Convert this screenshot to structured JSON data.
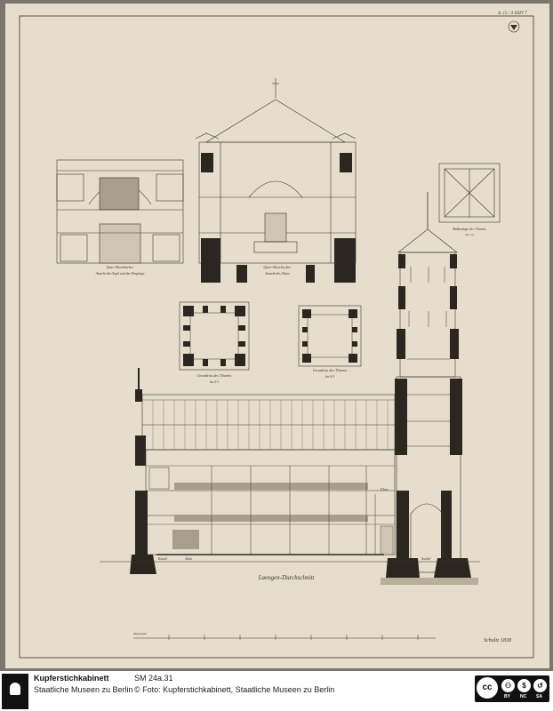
{
  "sheet": {
    "inventory_note": "A. 15 / 4 XXIV 7",
    "signature": "Schultz 1838",
    "captions": {
      "upper_left": [
        "Quer-Durchschn.",
        "Ansicht die Orgel und der Eingänge"
      ],
      "upper_center": [
        "Quer-Durchschn.",
        "Ansicht des Altars"
      ],
      "roof_plan": [
        "Balkenlage der Thurms",
        "bei 1-2"
      ],
      "plan_left": [
        "Grundriss des Thurms",
        "bei 2-3"
      ],
      "plan_right": [
        "Grundriss des Thurms",
        "bei 4-5"
      ],
      "main": "Laengen-Durchschnitt",
      "level_left": "Kanal",
      "level_mid": "Altar",
      "level_right": "Sockel",
      "room_label": "Flure"
    },
    "scale_label": "Maassstab"
  },
  "footer": {
    "institution": "Kupferstichkabinett",
    "institution_sub": "Staatliche Museen zu Berlin",
    "signature": "SM 24a.31",
    "credit": "© Foto: Kupferstichkabinett, Staatliche Museen zu Berlin"
  },
  "license": {
    "cc": "cc",
    "labels": [
      "BY",
      "NC",
      "SA"
    ]
  },
  "colors": {
    "paper": "#e6ddcc",
    "ink": "#2e2a24",
    "wall": "#2b2720",
    "mount": "#7b766e"
  },
  "icons": [
    "museum-logo-icon",
    "creative-commons-icon"
  ]
}
